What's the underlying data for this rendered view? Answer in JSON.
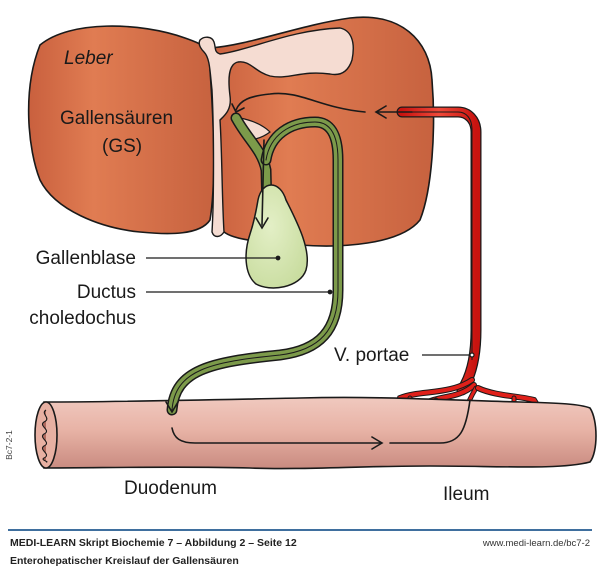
{
  "diagram": {
    "title": "Enterohepatischer Kreislauf der Gallensäuren",
    "labels": {
      "liver": "Leber",
      "bile_acids_line1": "Gallensäuren",
      "bile_acids_line2": "(GS)",
      "gallbladder": "Gallenblase",
      "ductus_line1": "Ductus",
      "ductus_line2": "choledochus",
      "portal_vein": "V. portae",
      "duodenum": "Duodenum",
      "ileum": "Ileum"
    },
    "colors": {
      "liver": "#d9714a",
      "liver_light": "#f5dcd2",
      "bile": "#7c9a4a",
      "gallbladder": "#d6e6b4",
      "portal_vein": "#e0201a",
      "intestine": "#e9b8ac",
      "footer_rule": "#3f6f9e"
    }
  },
  "footer": {
    "line1": "MEDI-LEARN Skript Biochemie 7 – Abbildung 2 – Seite 12",
    "line2": "Enterohepatischer Kreislauf der Gallensäuren",
    "url": "www.medi-learn.de/bc7-2",
    "side_code": "Bc7-2-1"
  }
}
